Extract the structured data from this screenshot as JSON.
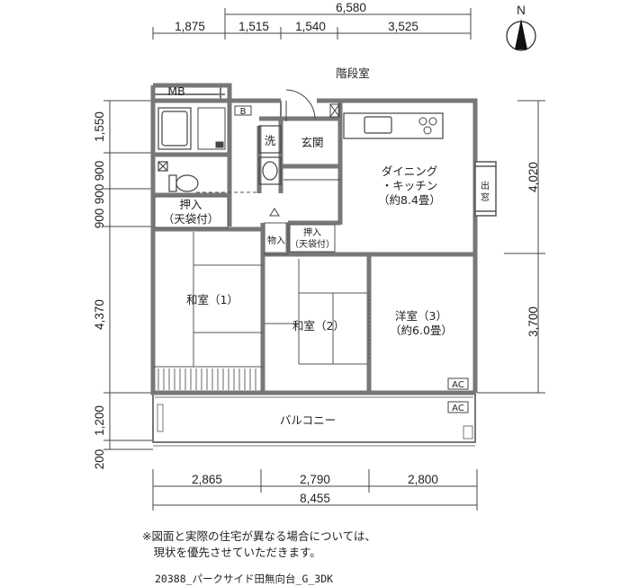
{
  "compass": {
    "label": "N"
  },
  "top_dims": {
    "overall": "6,580",
    "d1": "1,875",
    "d2": "1,515",
    "d3": "1,540",
    "d4": "3,525"
  },
  "left_dims": {
    "d1": "1,550",
    "d2": "900",
    "d3": "900",
    "d4": "900",
    "d5": "4,370",
    "d6": "1,200",
    "d7": "200"
  },
  "right_dims": {
    "d1": "4,020",
    "d2": "3,700"
  },
  "bottom_dims": {
    "d1": "2,865",
    "d2": "2,790",
    "d3": "2,800",
    "overall": "8,455"
  },
  "rooms": {
    "stairs": "階段室",
    "mb": "MB",
    "wash": "洗",
    "entrance": "玄関",
    "dk_line1": "ダイニング",
    "dk_line2": "・キッチン",
    "dk_line3": "（約8.4畳）",
    "bay": "出窓",
    "closet_a1": "押入",
    "closet_a2": "（天袋付）",
    "storage": "物入",
    "closet_b1": "押入",
    "closet_b2": "（天袋付）",
    "room1": "和室（1）",
    "room2": "和室（2）",
    "room3_line1": "洋室（3）",
    "room3_line2": "（約6.0畳）",
    "ac1": "AC",
    "ac2": "AC",
    "balcony": "バルコニー"
  },
  "notes": {
    "line1": "※図面と実際の住宅が異なる場合については、",
    "line2": "　現状を優先させていただきます。"
  },
  "file_id": "20388_パークサイド田無向台_G_3DK"
}
